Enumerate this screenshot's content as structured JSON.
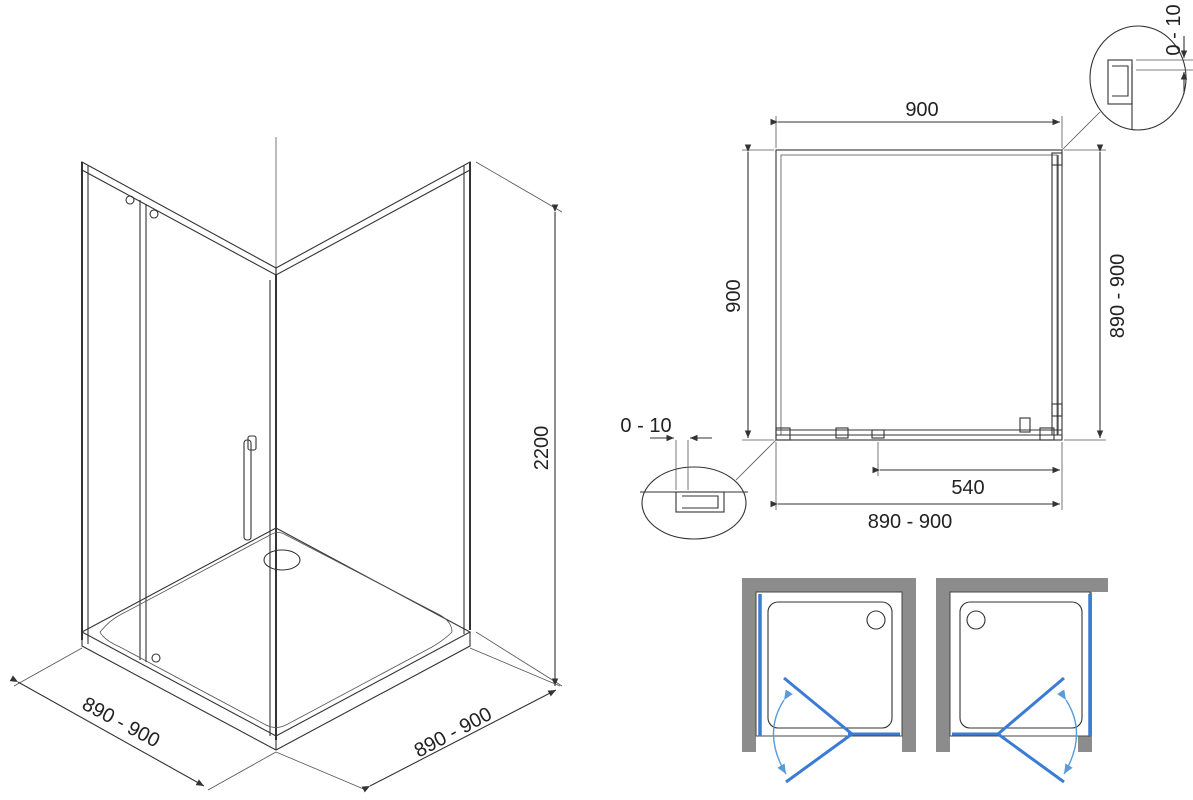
{
  "dimensions": {
    "iso_height": "2200",
    "iso_left_width": "890 - 900",
    "iso_right_width": "890 - 900",
    "plan_top_width": "900",
    "plan_left_depth": "900",
    "plan_right_depth": "890 - 900",
    "plan_bottom_width": "890 - 900",
    "plan_door_opening": "540",
    "detail_top_adjust": "0 - 10",
    "detail_bottom_adjust": "0 - 10"
  },
  "colors": {
    "line": "#333333",
    "wall": "#8c8c8c",
    "glass": "#3a7bd5",
    "swing_arrow": "#5a9ad6"
  }
}
